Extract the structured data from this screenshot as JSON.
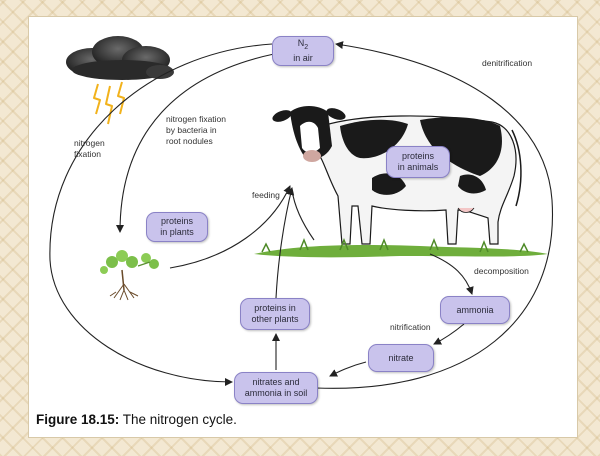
{
  "nodes": {
    "n2": {
      "formula": "N",
      "subscript": "2",
      "sub_text": "in air"
    },
    "proteins_plants": "proteins\nin plants",
    "proteins_animals": "proteins\nin animals",
    "proteins_other": "proteins in\nother plants",
    "ammonia": "ammonia",
    "nitrate": "nitrate",
    "nitrates_soil": "nitrates and\nammonia in soil"
  },
  "labels": {
    "denitrification": "denitrification",
    "nitrogen_fixation_lightning": "nitrogen\nfixation",
    "nitrogen_fixation_bacteria": "nitrogen fixation\nby bacteria in\nroot nodules",
    "feeding": "feeding",
    "decomposition": "decomposition",
    "nitrification": "nitrification"
  },
  "caption": {
    "prefix": "Figure 18.15:",
    "text": " The nitrogen cycle."
  },
  "colors": {
    "node_fill": "#c9c3ec",
    "node_border": "#8a82c6",
    "arrow": "#222222",
    "lightning": "#f2b21b",
    "grass": "#6fae3c"
  }
}
